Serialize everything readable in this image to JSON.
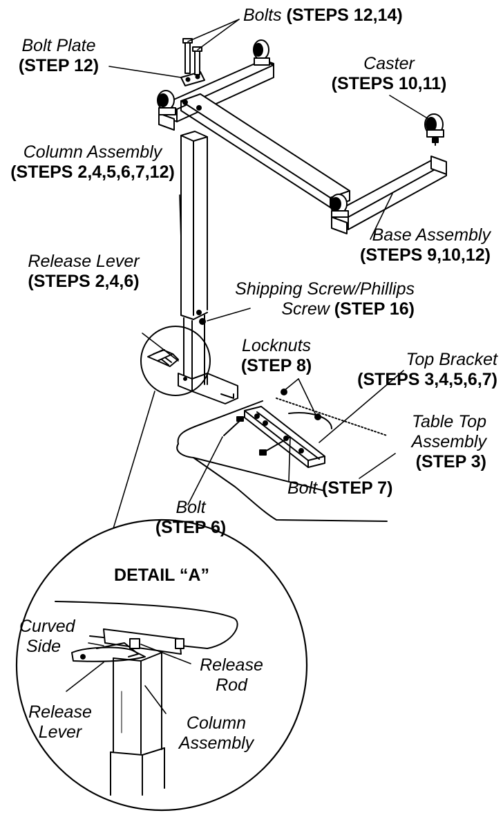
{
  "labels": {
    "bolts": {
      "name": "Bolts",
      "steps": "(STEPS 12,14)"
    },
    "bolt_plate": {
      "name": "Bolt Plate",
      "steps": "(STEP 12)"
    },
    "caster": {
      "name": "Caster",
      "steps": "(STEPS 10,11)"
    },
    "column_assembly": {
      "name": "Column Assembly",
      "steps": "(STEPS 2,4,5,6,7,12)"
    },
    "base_assembly": {
      "name": "Base Assembly",
      "steps": "(STEPS 9,10,12)"
    },
    "release_lever": {
      "name": "Release Lever",
      "steps": "(STEPS 2,4,6)"
    },
    "shipping_screw": {
      "name_line1": "Shipping Screw/Phillips",
      "name_line2": "Screw",
      "steps": "(STEP 16)"
    },
    "locknuts": {
      "name": "Locknuts",
      "steps": "(STEP 8)"
    },
    "top_bracket": {
      "name": "Top Bracket",
      "steps": "(STEPS 3,4,5,6,7)"
    },
    "table_top": {
      "name_line1": "Table Top",
      "name_line2": "Assembly",
      "steps": "(STEP 3)"
    },
    "bolt_step7": {
      "name": "Bolt",
      "steps": "(STEP 7)"
    },
    "bolt_step6": {
      "name": "Bolt",
      "steps": "(STEP 6)"
    }
  },
  "detail": {
    "title": "DETAIL “A”",
    "curved_side": [
      "Curved",
      "Side"
    ],
    "release_rod": [
      "Release",
      "Rod"
    ],
    "release_lever": [
      "Release",
      "Lever"
    ],
    "column_assembly": [
      "Column",
      "Assembly"
    ]
  }
}
